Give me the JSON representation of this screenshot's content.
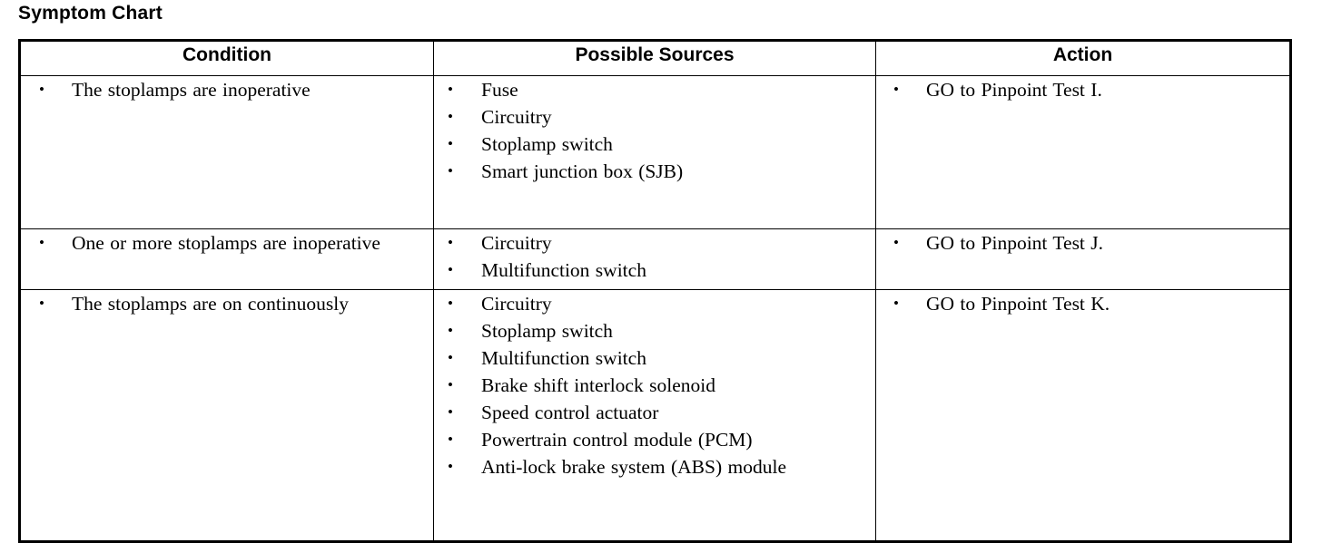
{
  "page_title": "Symptom Chart",
  "colors": {
    "background": "#ffffff",
    "text": "#000000",
    "border": "#000000"
  },
  "icons": {
    "bullet": "bullet-point-icon",
    "bullet_glyph": "•"
  },
  "table": {
    "columns": [
      {
        "key": "condition",
        "label": "Condition"
      },
      {
        "key": "possible_sources",
        "label": "Possible Sources"
      },
      {
        "key": "action",
        "label": "Action"
      }
    ],
    "rows": [
      {
        "condition": [
          "The stoplamps are inoperative"
        ],
        "possible_sources": [
          "Fuse",
          "Circuitry",
          "Stoplamp switch",
          "Smart junction box (SJB)"
        ],
        "action": [
          "GO to Pinpoint Test I."
        ]
      },
      {
        "condition": [
          "One or more stoplamps are inoperative"
        ],
        "possible_sources": [
          "Circuitry",
          "Multifunction switch"
        ],
        "action": [
          "GO to Pinpoint Test J."
        ]
      },
      {
        "condition": [
          "The stoplamps are on continuously"
        ],
        "possible_sources": [
          "Circuitry",
          "Stoplamp switch",
          "Multifunction switch",
          "Brake shift interlock solenoid",
          "Speed control actuator",
          "Powertrain control module (PCM)",
          "Anti-lock brake system (ABS) module"
        ],
        "action": [
          "GO to Pinpoint Test K."
        ]
      }
    ]
  }
}
